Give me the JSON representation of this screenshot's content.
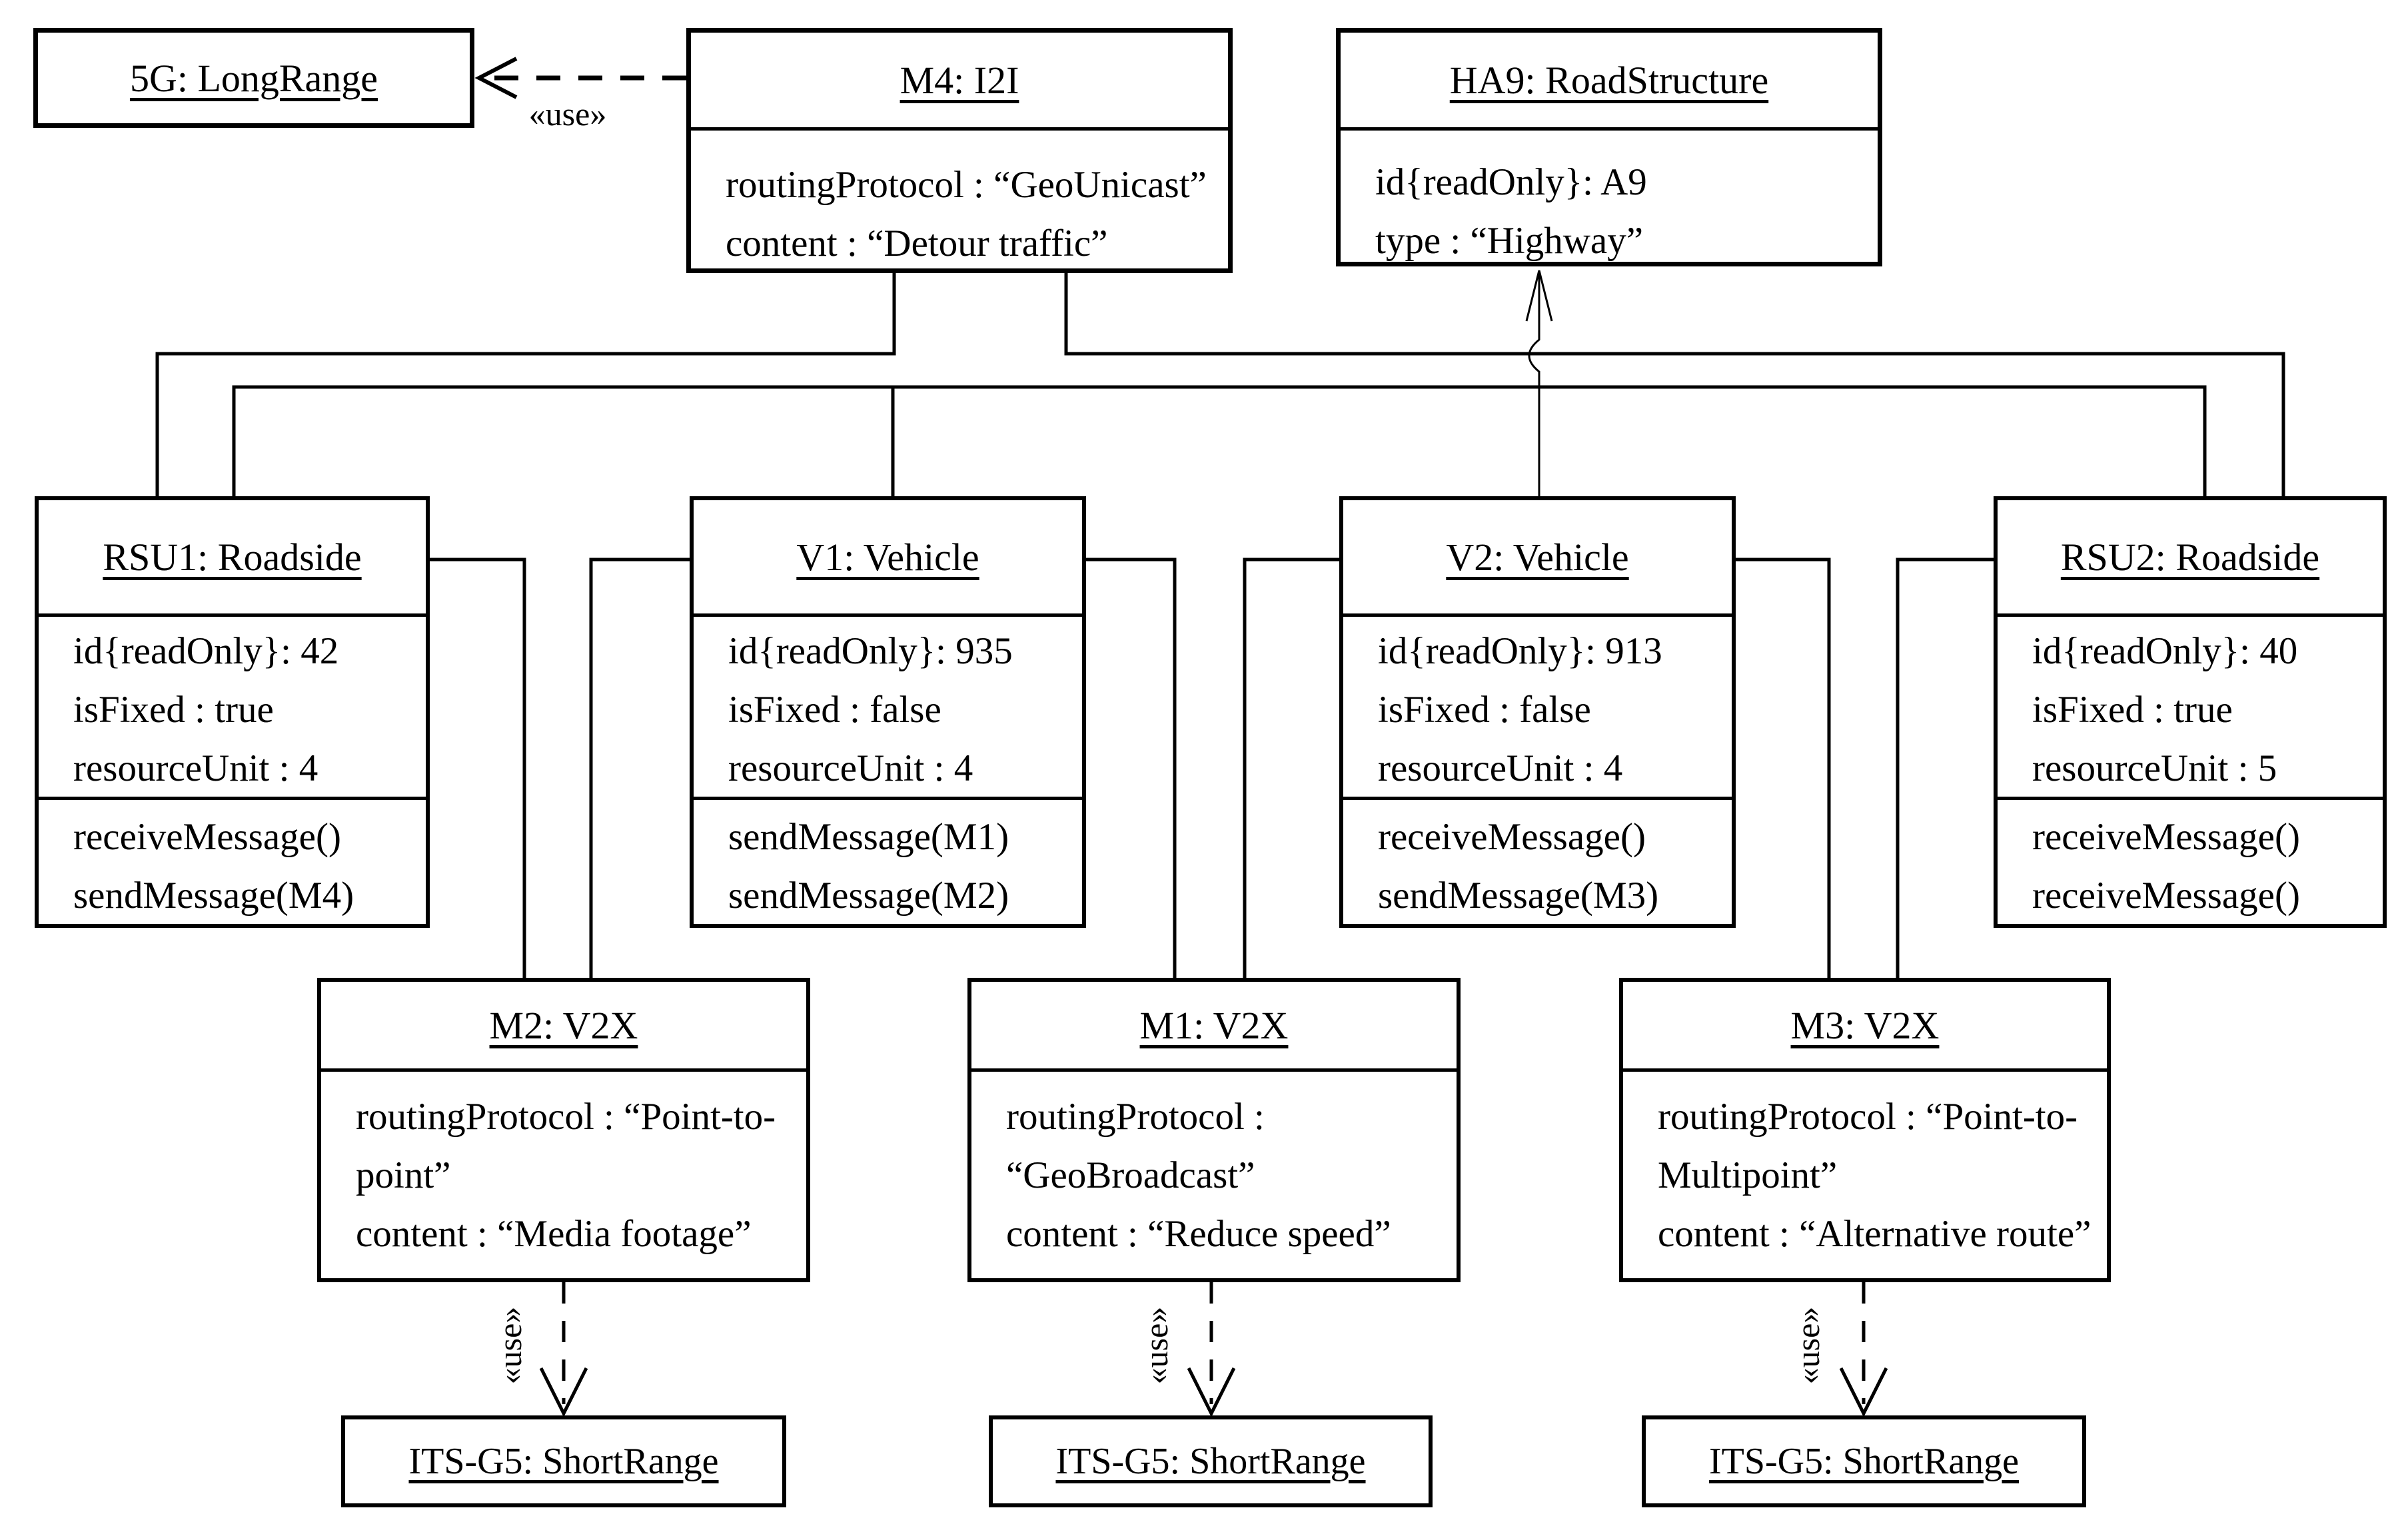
{
  "diagram": {
    "objects": [
      {
        "id": "5g",
        "title": "5G: LongRange"
      },
      {
        "id": "m4",
        "title": "M4: I2I",
        "attrs": [
          "routingProtocol : “GeoUnicast”",
          "content : “Detour traffic”"
        ]
      },
      {
        "id": "ha9",
        "title": "HA9: RoadStructure",
        "attrs": [
          "id{readOnly}: A9",
          "type : “Highway”"
        ]
      },
      {
        "id": "rsu1",
        "title": "RSU1: Roadside",
        "attrs": [
          "id{readOnly}: 42",
          "isFixed : true",
          "resourceUnit : 4"
        ],
        "ops": [
          "receiveMessage()",
          "sendMessage(M4)"
        ]
      },
      {
        "id": "v1",
        "title": "V1: Vehicle",
        "attrs": [
          "id{readOnly}: 935",
          "isFixed : false",
          "resourceUnit : 4"
        ],
        "ops": [
          "sendMessage(M1)",
          "sendMessage(M2)"
        ]
      },
      {
        "id": "v2",
        "title": "V2: Vehicle",
        "attrs": [
          "id{readOnly}: 913",
          "isFixed : false",
          "resourceUnit : 4"
        ],
        "ops": [
          "receiveMessage()",
          "sendMessage(M3)"
        ]
      },
      {
        "id": "rsu2",
        "title": "RSU2: Roadside",
        "attrs": [
          "id{readOnly}: 40",
          "isFixed : true",
          "resourceUnit : 5"
        ],
        "ops": [
          "receiveMessage()",
          "receiveMessage()"
        ]
      },
      {
        "id": "m2",
        "title": "M2: V2X",
        "attrs": [
          "routingProtocol : “Point-to-point”",
          "content : “Media footage”"
        ]
      },
      {
        "id": "m1",
        "title": "M1: V2X",
        "attrs": [
          "routingProtocol : “GeoBroadcast”",
          "content : “Reduce speed”"
        ]
      },
      {
        "id": "m3",
        "title": "M3: V2X",
        "attrs": [
          "routingProtocol : “Point-to-Multipoint”",
          "content : “Alternative route”"
        ]
      },
      {
        "id": "its1",
        "title": "ITS-G5: ShortRange"
      },
      {
        "id": "its2",
        "title": "ITS-G5: ShortRange"
      },
      {
        "id": "its3",
        "title": "ITS-G5: ShortRange"
      }
    ],
    "labels": {
      "use": "«use»"
    },
    "colors": {
      "line": "#000000",
      "background": "#ffffff"
    }
  }
}
